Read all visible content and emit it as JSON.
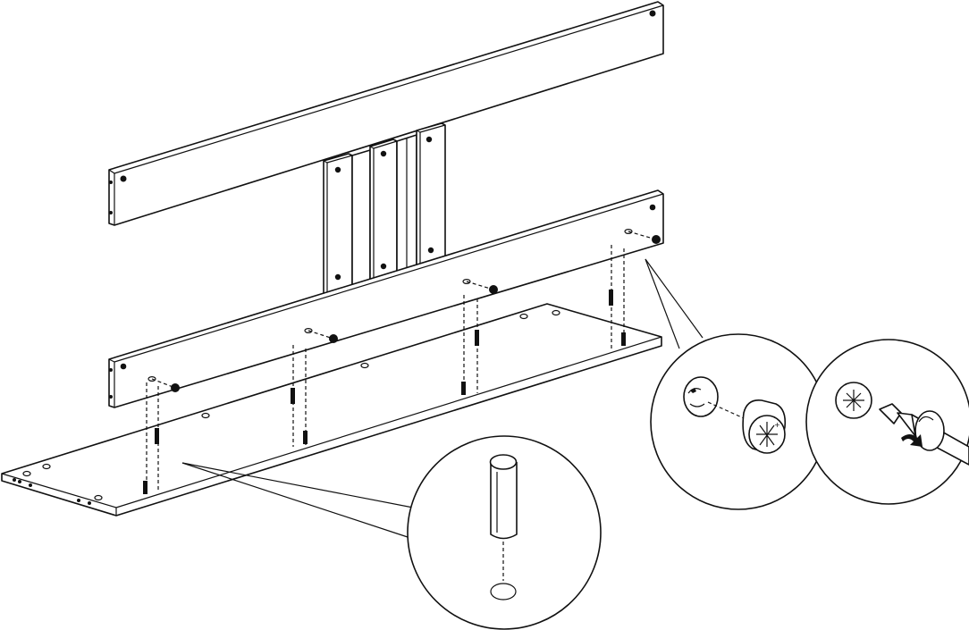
{
  "diagram": {
    "parts": [
      "top-rail",
      "middle-slats",
      "bottom-rail",
      "base-panel",
      "wooden-dowels",
      "cam-locks"
    ],
    "detail_callouts": [
      "dowel-insertion-detail",
      "cam-lock-insertion-detail",
      "cam-lock-tightening-detail"
    ],
    "tool": "screwdriver-icon",
    "colors": {
      "line": "#111111",
      "fill": "#ffffff"
    }
  }
}
